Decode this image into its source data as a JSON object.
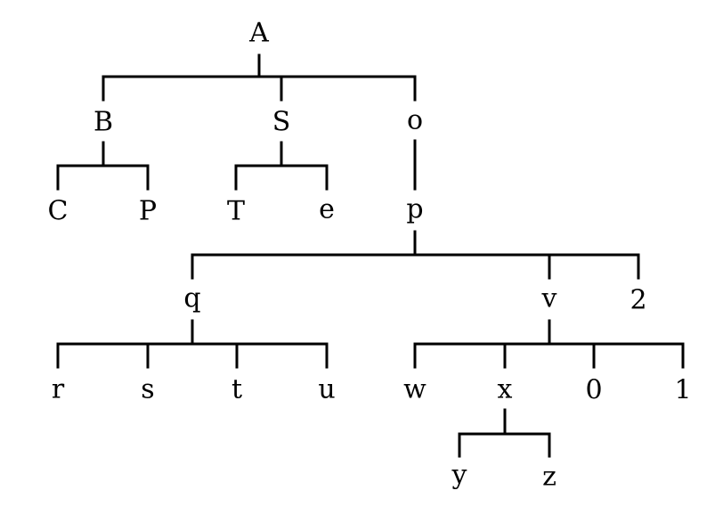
{
  "tree": {
    "label": "A",
    "children": [
      {
        "label": "B",
        "children": [
          {
            "label": "C"
          },
          {
            "label": "P"
          }
        ]
      },
      {
        "label": "S",
        "children": [
          {
            "label": "T"
          },
          {
            "label": "e"
          }
        ]
      },
      {
        "label": "o",
        "children": [
          {
            "label": "p",
            "children": [
              {
                "label": "q",
                "children": [
                  {
                    "label": "r"
                  },
                  {
                    "label": "s"
                  },
                  {
                    "label": "t"
                  },
                  {
                    "label": "u"
                  }
                ]
              },
              {
                "label": "v",
                "children": [
                  {
                    "label": "w"
                  },
                  {
                    "label": "x",
                    "children": [
                      {
                        "label": "y"
                      },
                      {
                        "label": "z"
                      }
                    ]
                  },
                  {
                    "label": "0"
                  },
                  {
                    "label": "1"
                  }
                ]
              },
              {
                "label": "2"
              }
            ]
          }
        ]
      }
    ]
  }
}
